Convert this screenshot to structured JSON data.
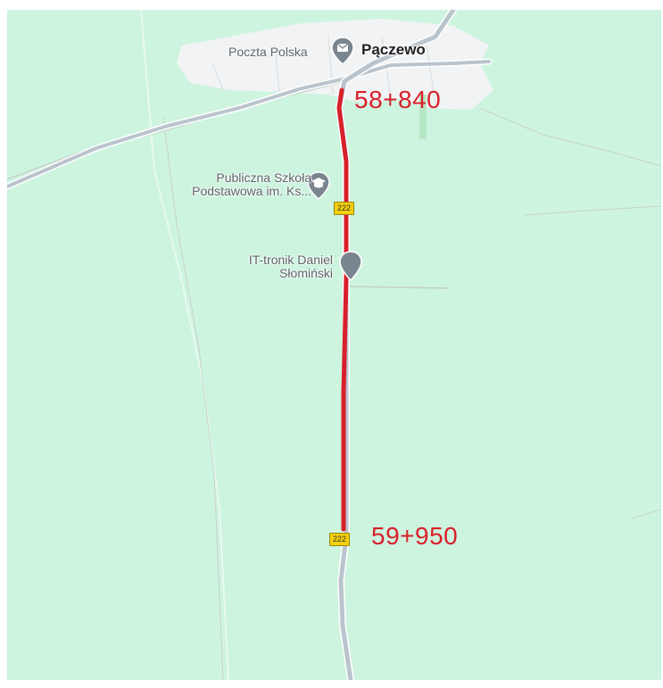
{
  "map": {
    "background_color": "#cdf4df",
    "road_color": "#bac4cd",
    "route_color": "#d8202b"
  },
  "places": {
    "town": "Pączewo"
  },
  "pois": {
    "post_office": "Poczta Polska",
    "school_line1": "Publiczna Szkoła",
    "school_line2": "Podstawowa im. Ks...",
    "business_line1": "IT-tronik Daniel",
    "business_line2": "Słomiński"
  },
  "road_shields": {
    "upper": "222",
    "lower": "222"
  },
  "route": {
    "start_km": "58+840",
    "end_km": "59+950"
  },
  "icons": {
    "post_office": "mail-pin-icon",
    "school": "school-pin-icon",
    "business": "location-pin-icon"
  }
}
